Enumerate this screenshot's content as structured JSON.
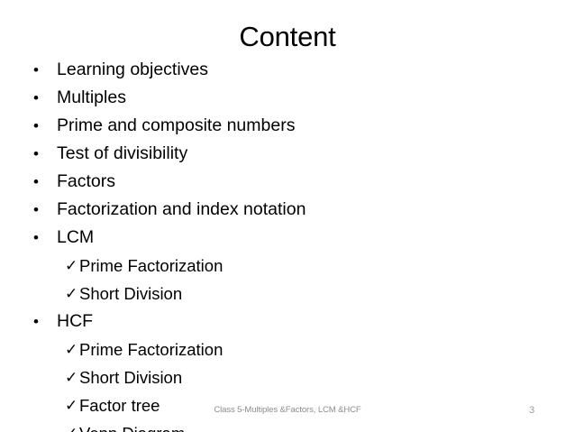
{
  "slide": {
    "title": "Content",
    "background_color": "#ffffff",
    "text_color": "#000000",
    "footer_color": "#8c8c8c",
    "bullet_glyph": "•",
    "check_glyph": "✓",
    "items": [
      {
        "level": 1,
        "marker": "•",
        "text": "Learning objectives"
      },
      {
        "level": 1,
        "marker": "•",
        "text": "Multiples"
      },
      {
        "level": 1,
        "marker": "•",
        "text": "Prime and composite numbers"
      },
      {
        "level": 1,
        "marker": "•",
        "text": "Test of divisibility"
      },
      {
        "level": 1,
        "marker": "•",
        "text": "Factors"
      },
      {
        "level": 1,
        "marker": "•",
        "text": "Factorization and index notation"
      },
      {
        "level": 1,
        "marker": "•",
        "text": "LCM"
      },
      {
        "level": 2,
        "marker": "✓",
        "text": "Prime Factorization"
      },
      {
        "level": 2,
        "marker": "✓",
        "text": "Short Division"
      },
      {
        "level": 1,
        "marker": "•",
        "text": "HCF"
      },
      {
        "level": 2,
        "marker": "✓",
        "text": "Prime Factorization"
      },
      {
        "level": 2,
        "marker": "✓",
        "text": "Short Division"
      },
      {
        "level": 2,
        "marker": "✓",
        "text": "Factor tree"
      },
      {
        "level": 2,
        "marker": "✓",
        "text": "Venn Diagram"
      }
    ],
    "footer": {
      "note": "Class 5-Multiples &Factors, LCM &HCF",
      "slide_number": "3"
    }
  }
}
